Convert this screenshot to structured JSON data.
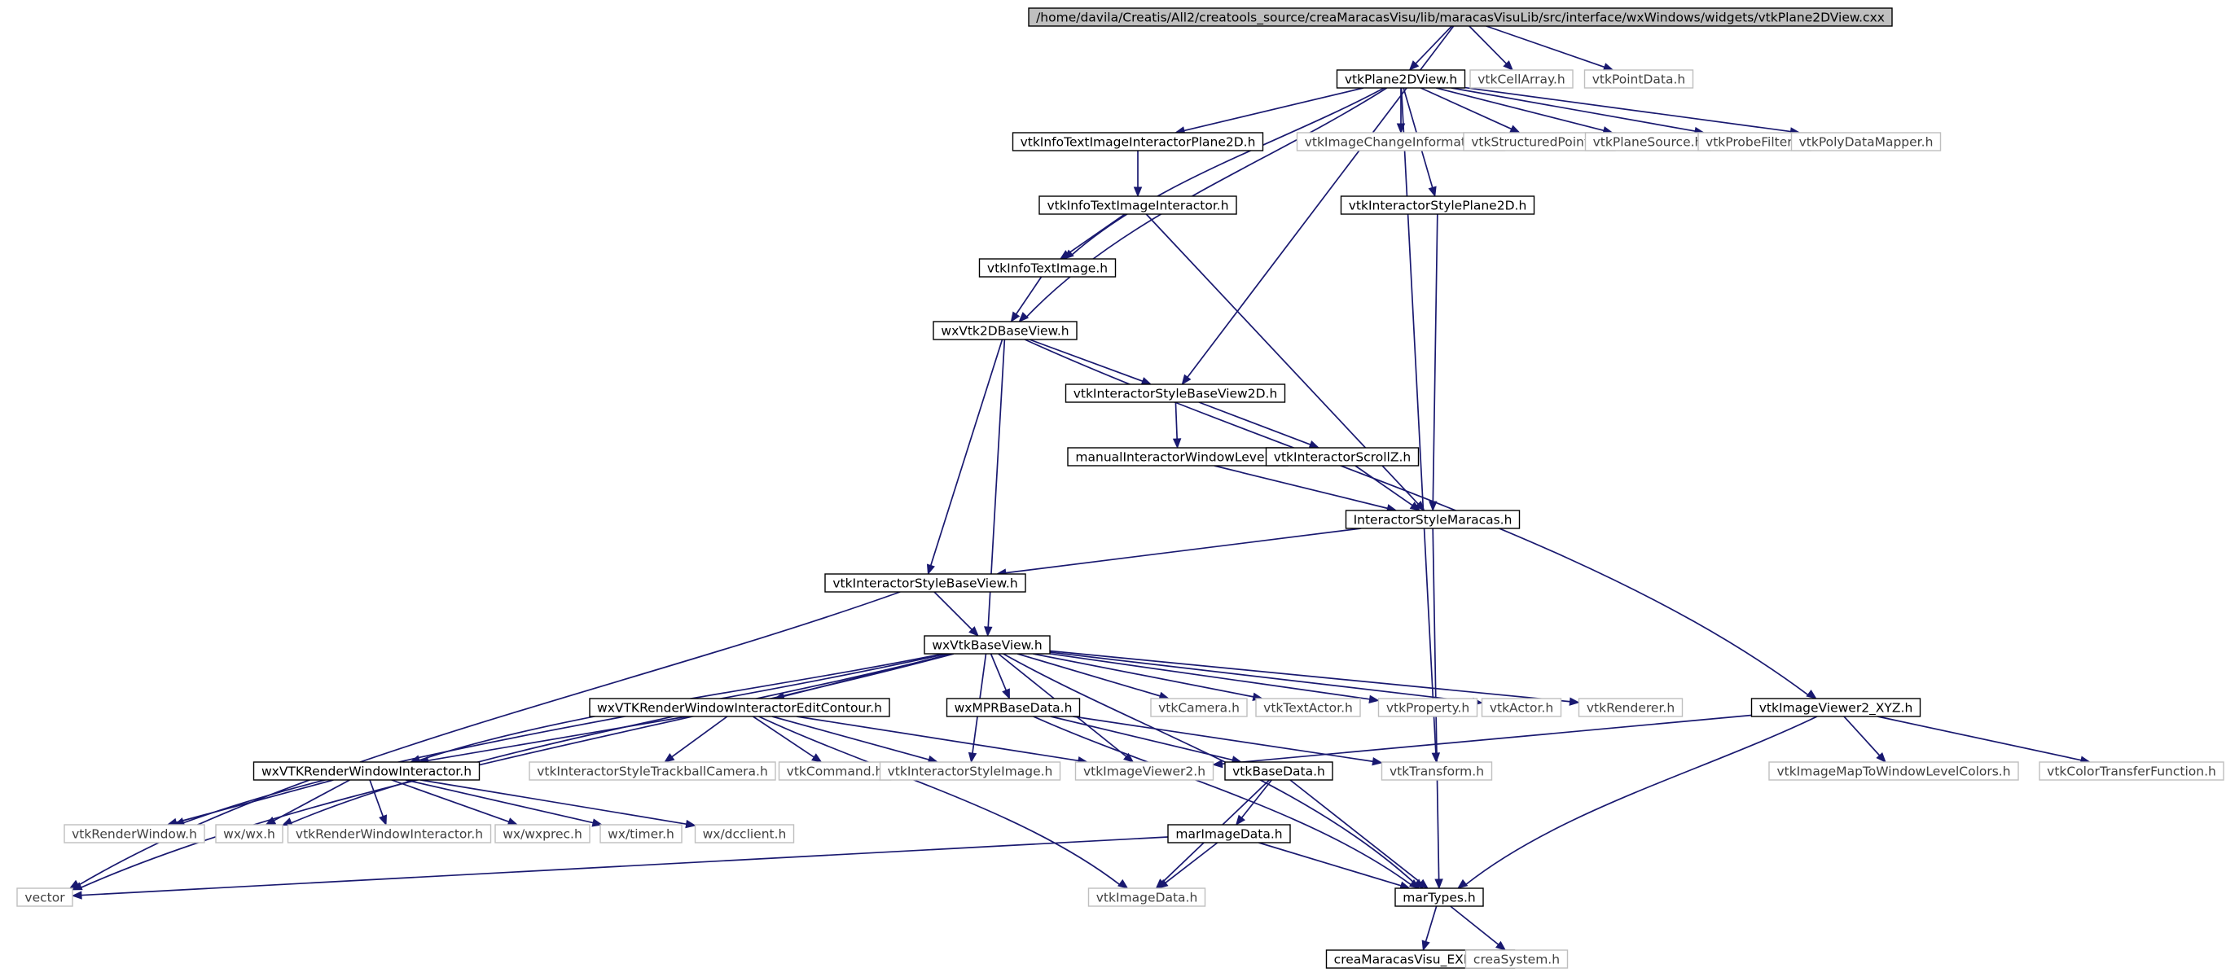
{
  "colors": {
    "edge": "#191970",
    "root_fill": "#bfbfbf",
    "documented_border": "#000000",
    "undocumented_border": "#bfbfbf",
    "text": "#000000",
    "undocumented_text": "#404040"
  },
  "graph": {
    "nodes": [
      {
        "id": "root",
        "label": "/home/davila/Creatis/All2/creatools_source/creaMaracasVisu/lib/maracasVisuLib/src/interface/wxWindows/widgets/vtkPlane2DView.cxx",
        "style": "root"
      },
      {
        "id": "plane2d",
        "label": "vtkPlane2DView.h",
        "style": "documented"
      },
      {
        "id": "cellarray",
        "label": "vtkCellArray.h",
        "style": "undocumented"
      },
      {
        "id": "pointdata",
        "label": "vtkPointData.h",
        "style": "undocumented"
      },
      {
        "id": "infotextiip2d",
        "label": "vtkInfoTextImageInteractorPlane2D.h",
        "style": "documented"
      },
      {
        "id": "imagechangeinfo",
        "label": "vtkImageChangeInformation.h",
        "style": "undocumented"
      },
      {
        "id": "structuredpoints",
        "label": "vtkStructuredPoints.h",
        "style": "undocumented"
      },
      {
        "id": "planesource",
        "label": "vtkPlaneSource.h",
        "style": "undocumented"
      },
      {
        "id": "probefilter",
        "label": "vtkProbeFilter.h",
        "style": "undocumented"
      },
      {
        "id": "polydatamapper",
        "label": "vtkPolyDataMapper.h",
        "style": "undocumented"
      },
      {
        "id": "infotextii",
        "label": "vtkInfoTextImageInteractor.h",
        "style": "documented"
      },
      {
        "id": "isplane2d",
        "label": "vtkInteractorStylePlane2D.h",
        "style": "documented"
      },
      {
        "id": "infotextimage",
        "label": "vtkInfoTextImage.h",
        "style": "documented"
      },
      {
        "id": "wxvtk2dbase",
        "label": "wxVtk2DBaseView.h",
        "style": "documented"
      },
      {
        "id": "isbase2d",
        "label": "vtkInteractorStyleBaseView2D.h",
        "style": "documented"
      },
      {
        "id": "manualiwl",
        "label": "manualInteractorWindowLevel.h",
        "style": "documented"
      },
      {
        "id": "scrollz",
        "label": "vtkInteractorScrollZ.h",
        "style": "documented"
      },
      {
        "id": "ismaracas",
        "label": "InteractorStyleMaracas.h",
        "style": "documented"
      },
      {
        "id": "isbaseview",
        "label": "vtkInteractorStyleBaseView.h",
        "style": "documented"
      },
      {
        "id": "wxvtkbase",
        "label": "wxVtkBaseView.h",
        "style": "documented"
      },
      {
        "id": "rwiedit",
        "label": "wxVTKRenderWindowInteractorEditContour.h",
        "style": "documented"
      },
      {
        "id": "mprbase",
        "label": "wxMPRBaseData.h",
        "style": "documented"
      },
      {
        "id": "camera",
        "label": "vtkCamera.h",
        "style": "undocumented"
      },
      {
        "id": "textactor",
        "label": "vtkTextActor.h",
        "style": "undocumented"
      },
      {
        "id": "property",
        "label": "vtkProperty.h",
        "style": "undocumented"
      },
      {
        "id": "actor",
        "label": "vtkActor.h",
        "style": "undocumented"
      },
      {
        "id": "renderer",
        "label": "vtkRenderer.h",
        "style": "undocumented"
      },
      {
        "id": "viewer2xyz",
        "label": "vtkImageViewer2_XYZ.h",
        "style": "documented"
      },
      {
        "id": "rwi",
        "label": "wxVTKRenderWindowInteractor.h",
        "style": "documented"
      },
      {
        "id": "istrackball",
        "label": "vtkInteractorStyleTrackballCamera.h",
        "style": "undocumented"
      },
      {
        "id": "command",
        "label": "vtkCommand.h",
        "style": "undocumented"
      },
      {
        "id": "isimage",
        "label": "vtkInteractorStyleImage.h",
        "style": "undocumented"
      },
      {
        "id": "viewer2",
        "label": "vtkImageViewer2.h",
        "style": "undocumented"
      },
      {
        "id": "vtkbasedata",
        "label": "vtkBaseData.h",
        "style": "documented"
      },
      {
        "id": "transform",
        "label": "vtkTransform.h",
        "style": "undocumented"
      },
      {
        "id": "maptowl",
        "label": "vtkImageMapToWindowLevelColors.h",
        "style": "undocumented"
      },
      {
        "id": "ctf",
        "label": "vtkColorTransferFunction.h",
        "style": "undocumented"
      },
      {
        "id": "renderwindow",
        "label": "vtkRenderWindow.h",
        "style": "undocumented"
      },
      {
        "id": "wxwx",
        "label": "wx/wx.h",
        "style": "undocumented"
      },
      {
        "id": "vtkrwi",
        "label": "vtkRenderWindowInteractor.h",
        "style": "undocumented"
      },
      {
        "id": "wxprec",
        "label": "wx/wxprec.h",
        "style": "undocumented"
      },
      {
        "id": "wxtimer",
        "label": "wx/timer.h",
        "style": "undocumented"
      },
      {
        "id": "dcclient",
        "label": "wx/dcclient.h",
        "style": "undocumented"
      },
      {
        "id": "marimagedata",
        "label": "marImageData.h",
        "style": "documented"
      },
      {
        "id": "vector",
        "label": "vector",
        "style": "undocumented"
      },
      {
        "id": "imagedata",
        "label": "vtkImageData.h",
        "style": "undocumented"
      },
      {
        "id": "martypes",
        "label": "marTypes.h",
        "style": "documented"
      },
      {
        "id": "export",
        "label": "creaMaracasVisu_EXPORT.h",
        "style": "documented"
      },
      {
        "id": "creasystem",
        "label": "creaSystem.h",
        "style": "undocumented"
      }
    ],
    "edges": [
      [
        "root",
        "plane2d"
      ],
      [
        "root",
        "cellarray"
      ],
      [
        "root",
        "pointdata"
      ],
      [
        "root",
        "isbase2d"
      ],
      [
        "plane2d",
        "infotextiip2d"
      ],
      [
        "plane2d",
        "imagechangeinfo"
      ],
      [
        "plane2d",
        "structuredpoints"
      ],
      [
        "plane2d",
        "planesource"
      ],
      [
        "plane2d",
        "probefilter"
      ],
      [
        "plane2d",
        "polydatamapper"
      ],
      [
        "plane2d",
        "isplane2d"
      ],
      [
        "plane2d",
        "infotextimage"
      ],
      [
        "plane2d",
        "wxvtk2dbase"
      ],
      [
        "plane2d",
        "transform"
      ],
      [
        "infotextiip2d",
        "infotextii"
      ],
      [
        "infotextii",
        "infotextimage"
      ],
      [
        "infotextii",
        "ismaracas"
      ],
      [
        "isplane2d",
        "ismaracas"
      ],
      [
        "infotextimage",
        "wxvtk2dbase"
      ],
      [
        "wxvtk2dbase",
        "isbase2d"
      ],
      [
        "wxvtk2dbase",
        "isbaseview"
      ],
      [
        "wxvtk2dbase",
        "wxvtkbase"
      ],
      [
        "wxvtk2dbase",
        "viewer2xyz"
      ],
      [
        "isbase2d",
        "manualiwl"
      ],
      [
        "isbase2d",
        "scrollz"
      ],
      [
        "manualiwl",
        "ismaracas"
      ],
      [
        "scrollz",
        "ismaracas"
      ],
      [
        "ismaracas",
        "isbaseview"
      ],
      [
        "ismaracas",
        "martypes"
      ],
      [
        "isbaseview",
        "wxvtkbase"
      ],
      [
        "isbaseview",
        "vector"
      ],
      [
        "wxvtkbase",
        "rwiedit"
      ],
      [
        "wxvtkbase",
        "mprbase"
      ],
      [
        "wxvtkbase",
        "camera"
      ],
      [
        "wxvtkbase",
        "textactor"
      ],
      [
        "wxvtkbase",
        "property"
      ],
      [
        "wxvtkbase",
        "actor"
      ],
      [
        "wxvtkbase",
        "renderer"
      ],
      [
        "wxvtkbase",
        "rwi"
      ],
      [
        "wxvtkbase",
        "isimage"
      ],
      [
        "wxvtkbase",
        "viewer2"
      ],
      [
        "wxvtkbase",
        "renderwindow"
      ],
      [
        "wxvtkbase",
        "wxwx"
      ],
      [
        "wxvtkbase",
        "vector"
      ],
      [
        "wxvtkbase",
        "martypes"
      ],
      [
        "rwiedit",
        "rwi"
      ],
      [
        "rwiedit",
        "istrackball"
      ],
      [
        "rwiedit",
        "command"
      ],
      [
        "rwiedit",
        "isimage"
      ],
      [
        "rwiedit",
        "viewer2"
      ],
      [
        "rwiedit",
        "imagedata"
      ],
      [
        "mprbase",
        "vtkbasedata"
      ],
      [
        "mprbase",
        "transform"
      ],
      [
        "mprbase",
        "martypes"
      ],
      [
        "viewer2xyz",
        "viewer2"
      ],
      [
        "viewer2xyz",
        "maptowl"
      ],
      [
        "viewer2xyz",
        "ctf"
      ],
      [
        "viewer2xyz",
        "martypes"
      ],
      [
        "rwi",
        "renderwindow"
      ],
      [
        "rwi",
        "wxwx"
      ],
      [
        "rwi",
        "vtkrwi"
      ],
      [
        "rwi",
        "wxprec"
      ],
      [
        "rwi",
        "wxtimer"
      ],
      [
        "rwi",
        "dcclient"
      ],
      [
        "vtkbasedata",
        "marimagedata"
      ],
      [
        "vtkbasedata",
        "imagedata"
      ],
      [
        "vtkbasedata",
        "martypes"
      ],
      [
        "marimagedata",
        "vector"
      ],
      [
        "marimagedata",
        "imagedata"
      ],
      [
        "marimagedata",
        "martypes"
      ],
      [
        "martypes",
        "export"
      ],
      [
        "martypes",
        "creasystem"
      ]
    ]
  }
}
